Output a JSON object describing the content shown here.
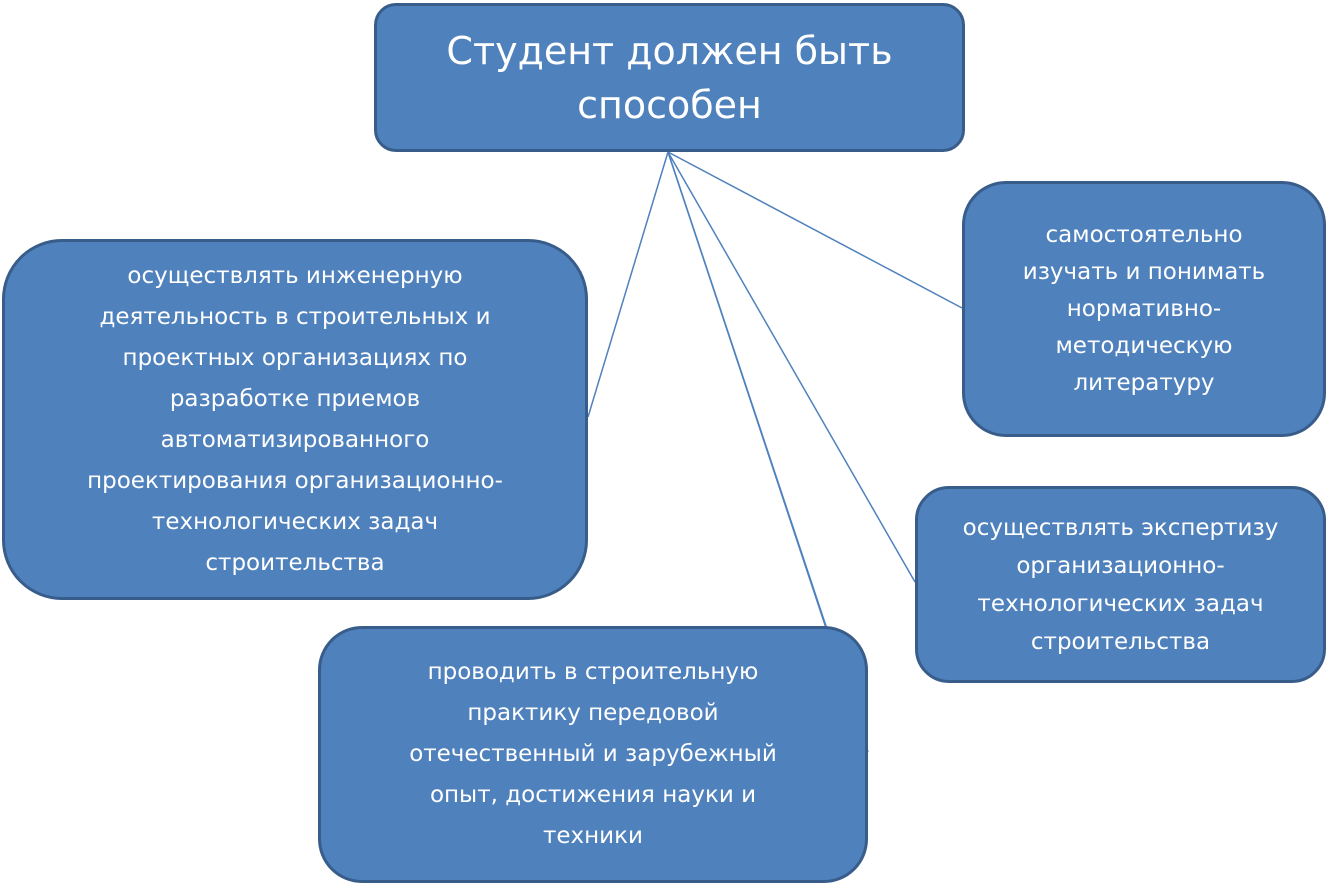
{
  "root": {
    "text": "Студент должен быть\nспособен"
  },
  "children": {
    "left": "осуществлять инженерную\nдеятельность в строительных и\nпроектных организациях по\nразработке приемов\nавтоматизированного\nпроектирования организационно-\nтехнологических задач\nстроительства",
    "right_top": "самостоятельно\nизучать и понимать\nнормативно-\nметодическую\nлитературу",
    "right_bottom": "осуществлять экспертизу\nорганизационно-\nтехнологических задач\nстроительства",
    "bottom": "проводить в строительную\nпрактику передовой\nотечественный и зарубежный\nопыт, достижения науки и\nтехники"
  },
  "colors": {
    "node_fill": "#4f81bd",
    "node_border": "#385d8a",
    "node_text": "#ffffff",
    "connector": "#4f81bd"
  }
}
